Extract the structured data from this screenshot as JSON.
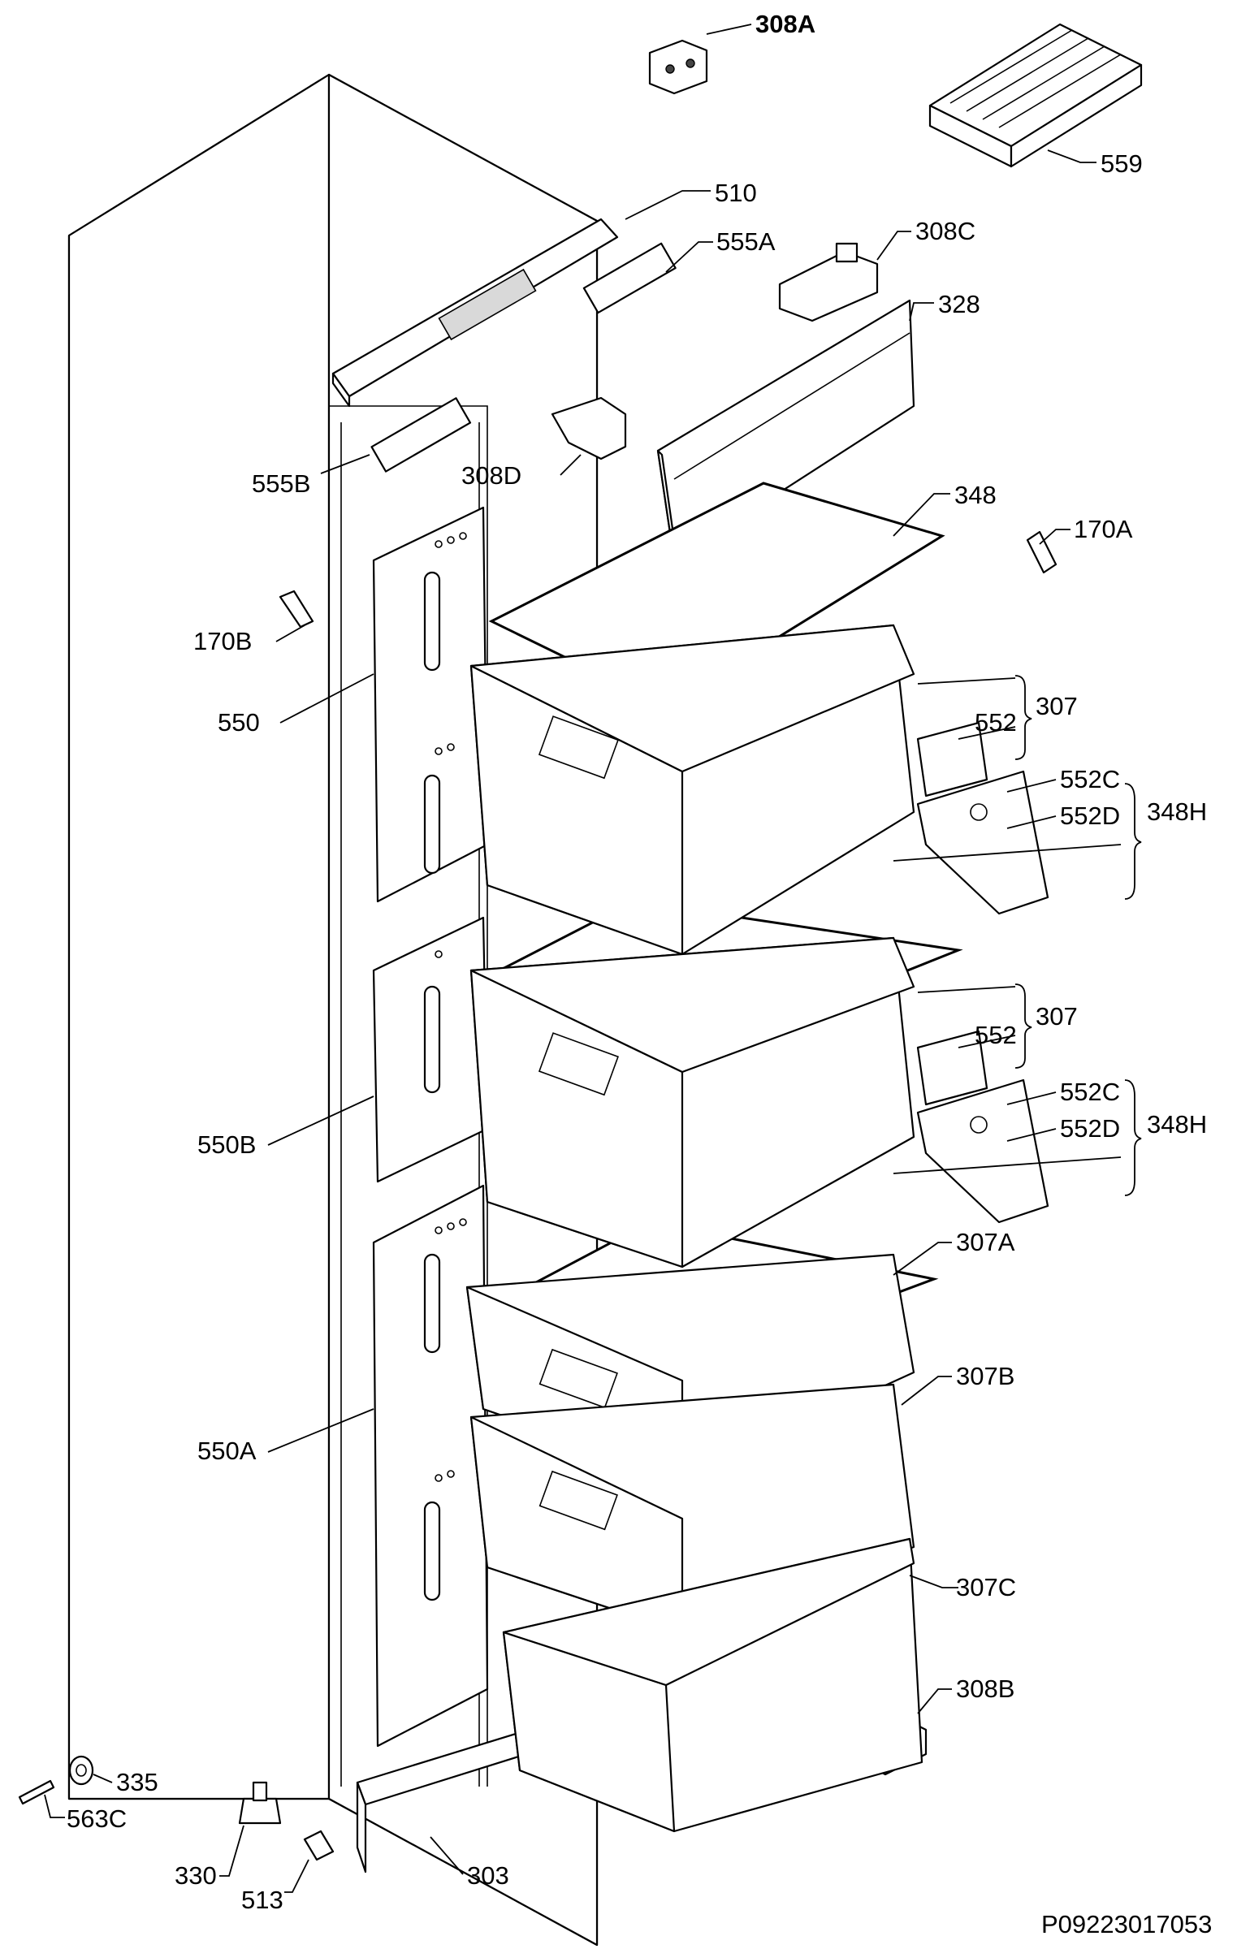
{
  "labels": {
    "p308A": "308A",
    "p559": "559",
    "p510": "510",
    "p555A": "555A",
    "p308C": "308C",
    "p328": "328",
    "p555B": "555B",
    "p308D": "308D",
    "p348": "348",
    "p170A": "170A",
    "p170B": "170B",
    "p550": "550",
    "p307_top": "307",
    "p552_top": "552",
    "p552C_top": "552C",
    "p552D_top": "552D",
    "p348H_top": "348H",
    "p307_mid": "307",
    "p552_mid": "552",
    "p552C_mid": "552C",
    "p552D_mid": "552D",
    "p348H_mid": "348H",
    "p550B": "550B",
    "p307A": "307A",
    "p307B": "307B",
    "p550A": "550A",
    "p307C": "307C",
    "p308B": "308B",
    "p335": "335",
    "p563C": "563C",
    "p303": "303",
    "p330": "330",
    "p513": "513"
  },
  "drawing_number": "P09223017053"
}
